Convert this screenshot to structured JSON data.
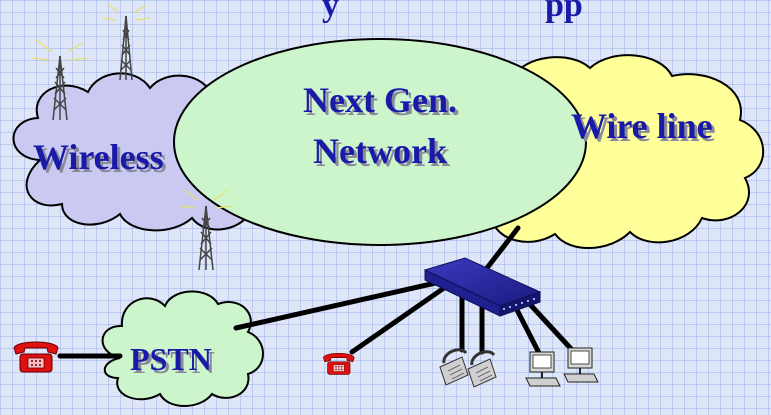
{
  "title_fragment": "y",
  "title_fragment_right": "pp",
  "clouds": {
    "wireless": "Wireless",
    "next_gen_line1": "Next Gen.",
    "next_gen_line2": "Network",
    "wire_line": "Wire line",
    "pstn": "PSTN"
  },
  "colors": {
    "wireless_cloud": "#c9c9f2",
    "next_gen_ellipse": "#ccf5cc",
    "wire_line_cloud": "#ffff99",
    "pstn_cloud": "#ccf5cc",
    "label_text": "#1a1aa8",
    "hub": "#2a2aa0",
    "phone": "#e01010"
  }
}
